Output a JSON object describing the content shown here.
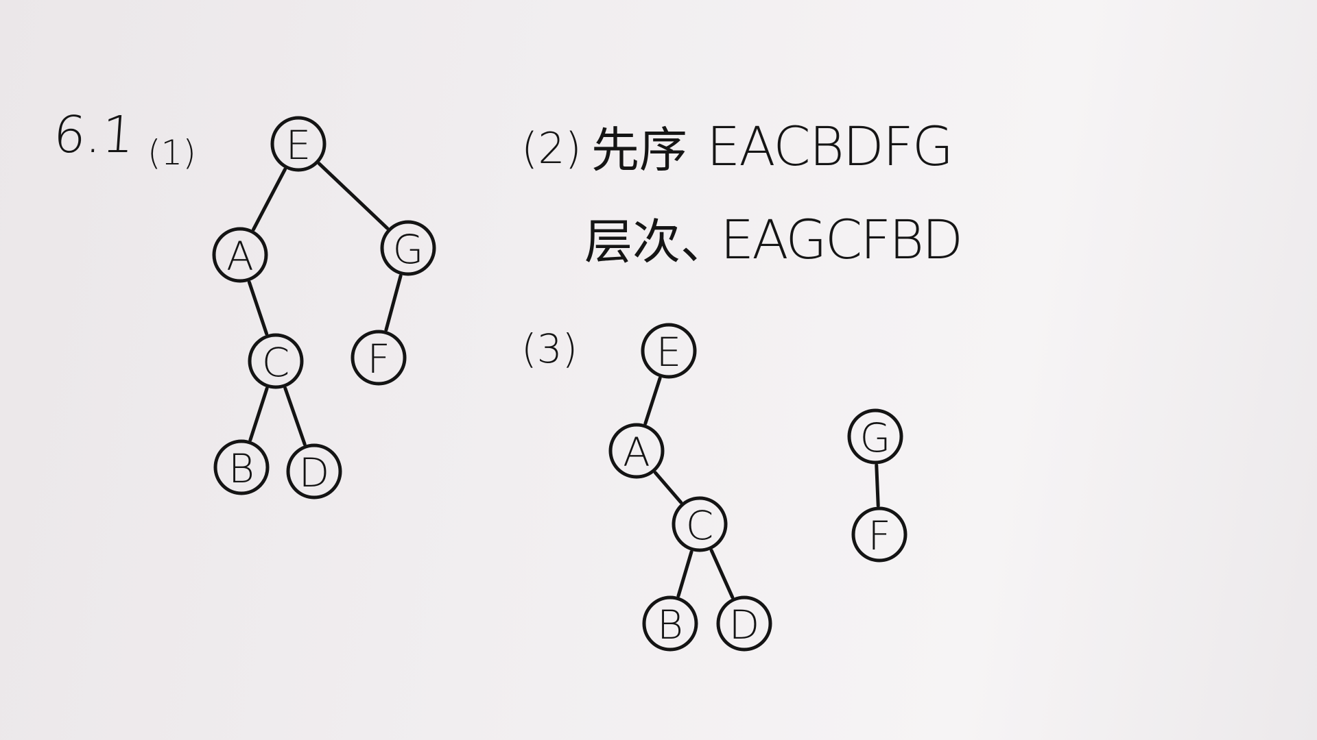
{
  "header": {
    "problem": "6.1",
    "part1": "(1)",
    "part2": "(2)",
    "part3": "(3)"
  },
  "traversals": {
    "preorder_label": "先序",
    "preorder_value": "EACBDFG",
    "levelorder_label": "层次、",
    "levelorder_value": "EAGCFBD"
  },
  "tree1": {
    "nodes": [
      {
        "id": "E",
        "label": "E"
      },
      {
        "id": "A",
        "label": "A"
      },
      {
        "id": "G",
        "label": "G"
      },
      {
        "id": "C",
        "label": "C"
      },
      {
        "id": "F",
        "label": "F"
      },
      {
        "id": "B",
        "label": "B"
      },
      {
        "id": "D",
        "label": "D"
      }
    ],
    "edges": [
      [
        "E",
        "A"
      ],
      [
        "E",
        "G"
      ],
      [
        "A",
        "C"
      ],
      [
        "G",
        "F"
      ],
      [
        "C",
        "B"
      ],
      [
        "C",
        "D"
      ]
    ]
  },
  "tree2": {
    "nodes": [
      {
        "id": "E",
        "label": "E"
      },
      {
        "id": "A",
        "label": "A"
      },
      {
        "id": "C",
        "label": "C"
      },
      {
        "id": "B",
        "label": "B"
      },
      {
        "id": "D",
        "label": "D"
      }
    ],
    "edges": [
      [
        "E",
        "A"
      ],
      [
        "A",
        "C"
      ],
      [
        "C",
        "B"
      ],
      [
        "C",
        "D"
      ]
    ]
  },
  "tree3": {
    "nodes": [
      {
        "id": "G",
        "label": "G"
      },
      {
        "id": "F",
        "label": "F"
      }
    ],
    "edges": [
      [
        "G",
        "F"
      ]
    ]
  }
}
